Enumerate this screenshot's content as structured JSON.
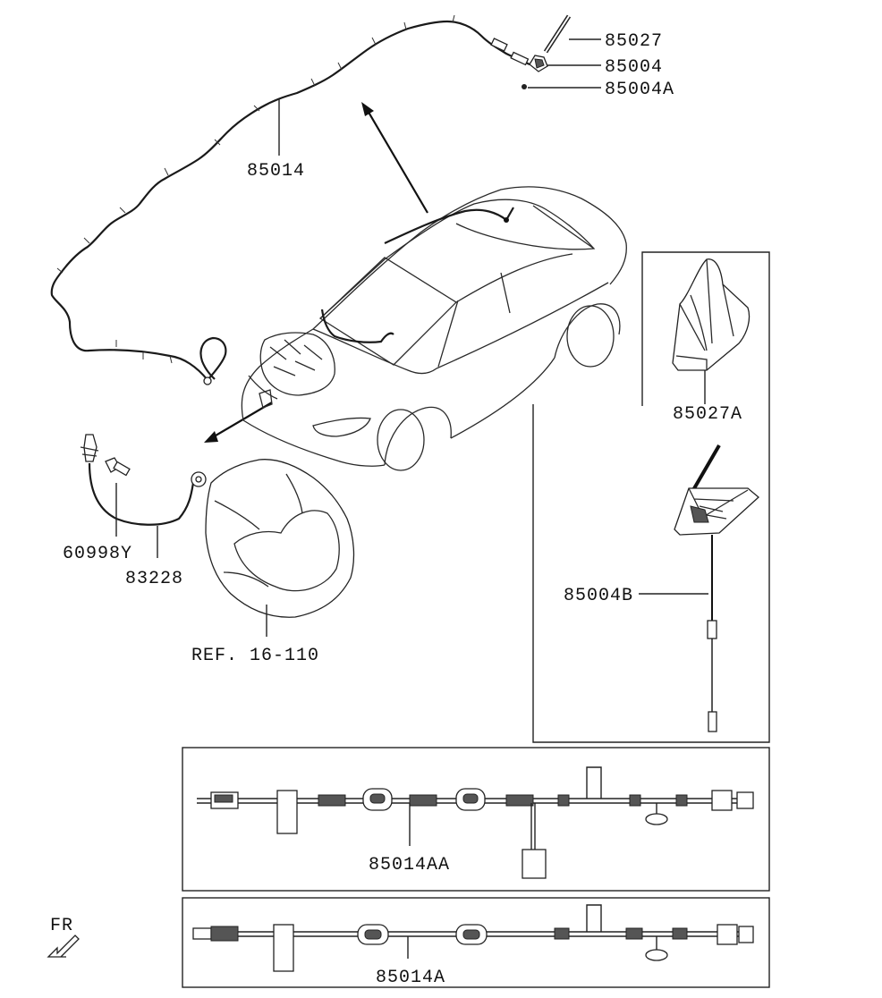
{
  "parts": {
    "p85027": "85027",
    "p85004": "85004",
    "p85004A": "85004A",
    "p85014": "85014",
    "p85027A": "85027A",
    "p85004B": "85004B",
    "p60998Y": "60998Y",
    "p83228": "83228",
    "ref": "REF. 16-110",
    "p85014AA": "85014AA",
    "p85014A": "85014A"
  },
  "compass": {
    "label": "FR"
  }
}
